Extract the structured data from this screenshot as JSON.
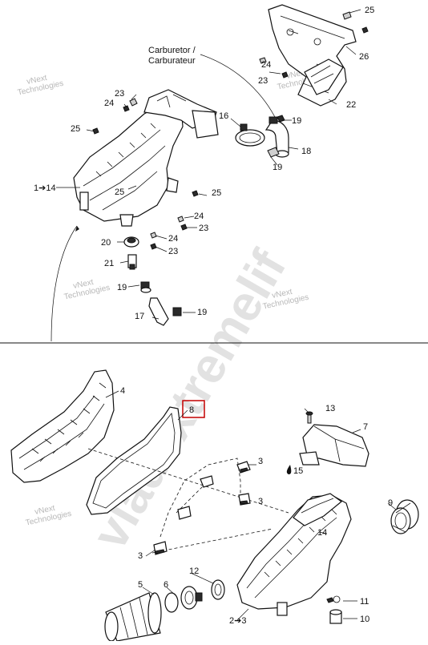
{
  "watermarks": {
    "company": [
      "vNext",
      "Technologies"
    ],
    "site": "vladextremelif"
  },
  "top": {
    "carburetor_label": [
      "Carburetor /",
      "Carburateur"
    ],
    "labels": {
      "l25a": "25",
      "l26": "26",
      "l23a": "23",
      "l24a": "24",
      "l22": "22",
      "l23b": "23",
      "l24b": "24",
      "l16": "16",
      "l19a": "19",
      "l25b": "25",
      "l18": "18",
      "l19b": "19",
      "l1to14": "1➔14",
      "l25c": "25",
      "l25d": "25",
      "l24c": "24",
      "l23c": "23",
      "l20": "20",
      "l24d": "24",
      "l23d": "23",
      "l21": "21",
      "l19c": "19",
      "l17": "17",
      "l19d": "19"
    }
  },
  "bottom": {
    "labels": {
      "l4": "4",
      "l8": "8",
      "l13": "13",
      "l7": "7",
      "l3a": "3",
      "l15": "15",
      "l9": "9",
      "l3b": "3",
      "l14": "14",
      "l3c": "3",
      "l12": "12",
      "l5": "5",
      "l6": "6",
      "l11": "11",
      "l2to3": "2➔3",
      "l10": "10"
    }
  }
}
